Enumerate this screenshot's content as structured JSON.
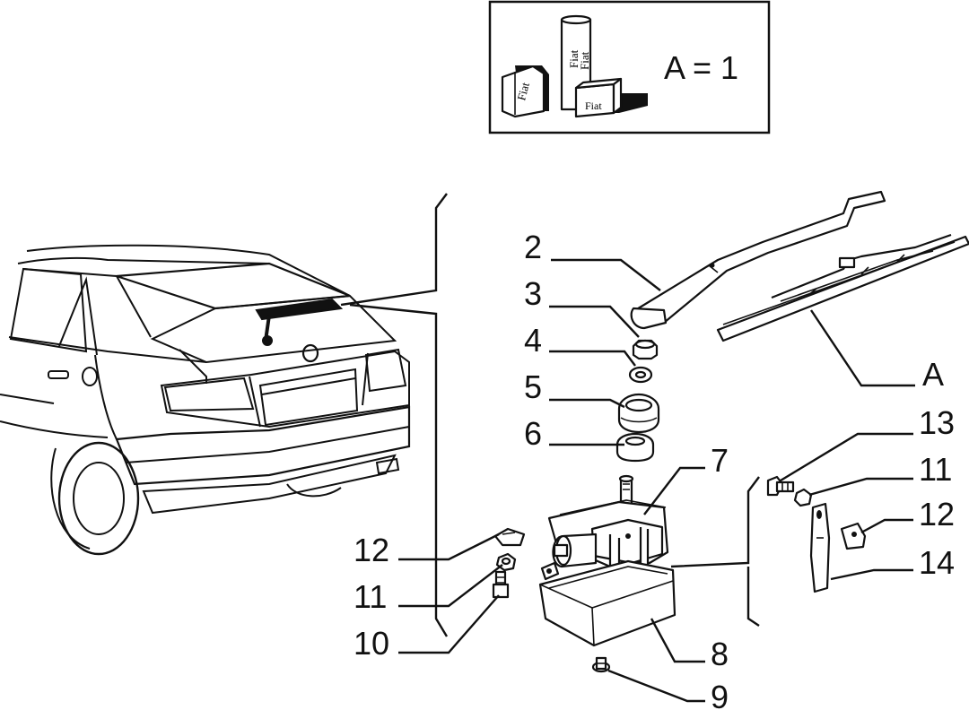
{
  "legend": {
    "brand": "Fiat",
    "equation": "A = 1"
  },
  "callouts": {
    "c2": "2",
    "c3": "3",
    "c4": "4",
    "c5": "5",
    "c6": "6",
    "c7": "7",
    "c8": "8",
    "c9": "9",
    "c10": "10",
    "c11_left": "11",
    "c12_left": "12",
    "c13": "13",
    "c11_right": "11",
    "c12_right": "12",
    "c14": "14",
    "cA": "A"
  }
}
